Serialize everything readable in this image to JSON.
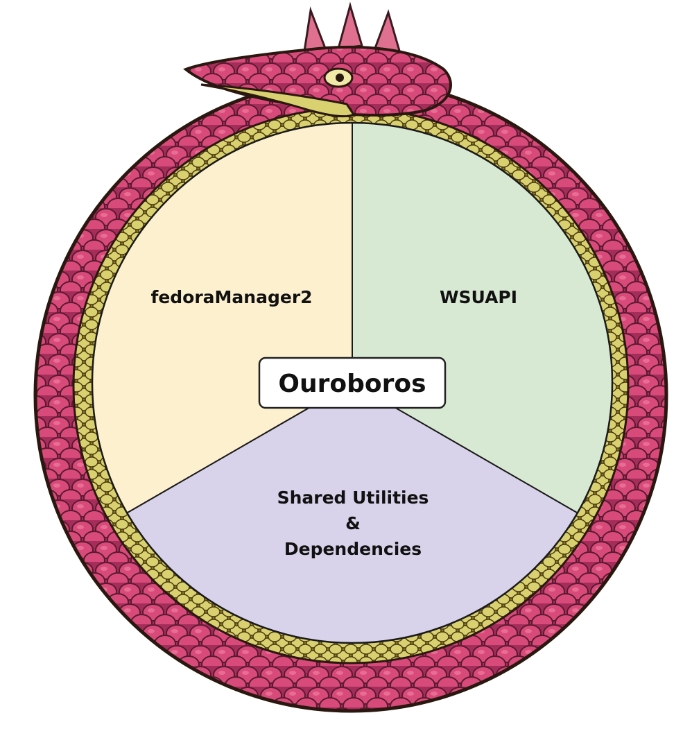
{
  "diagram": {
    "type": "segmented-circle",
    "frame_motif": "ouroboros",
    "center_label": "Ouroboros",
    "segments": [
      {
        "id": "top-left",
        "lines": [
          "fedoraManager2"
        ],
        "color": "#fdf0cf"
      },
      {
        "id": "top-right",
        "lines": [
          "WSUAPI"
        ],
        "color": "#d8e9d3"
      },
      {
        "id": "bottom",
        "lines": [
          "Shared Utilities",
          "&",
          "Dependencies"
        ],
        "color": "#d8d2ea"
      }
    ]
  },
  "colors": {
    "serpent_scales": "#d84a7a",
    "serpent_scale_shadow": "#a42d5a",
    "serpent_underbelly": "#d9d070",
    "outline": "#1a1410",
    "label_box_fill": "#ffffff",
    "background": "#ffffff"
  }
}
